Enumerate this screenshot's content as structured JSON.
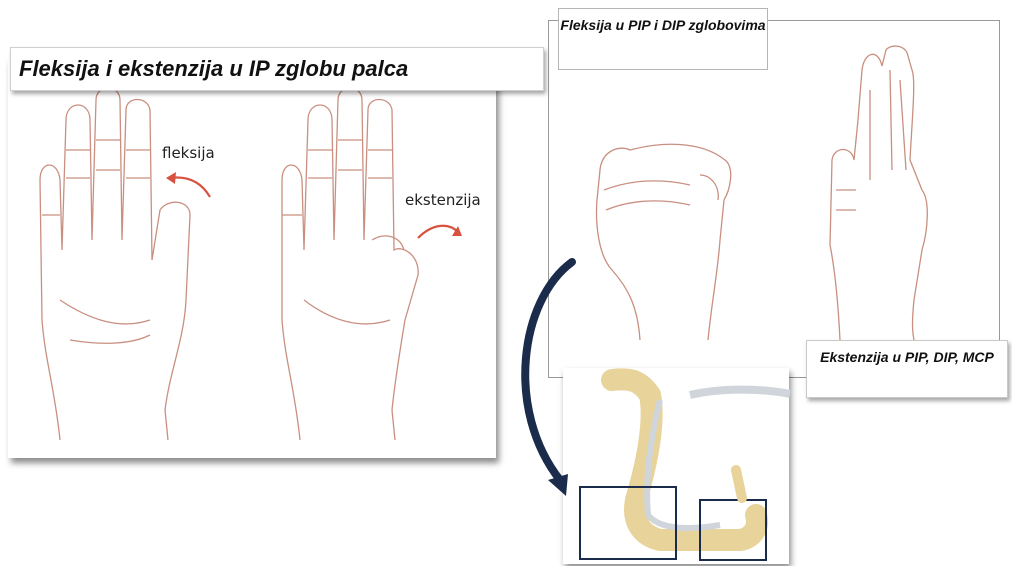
{
  "left_panel": {
    "title": "Fleksija i ekstenzija u IP zglobu palca",
    "labels": {
      "flexion": "fleksija",
      "extension": "ekstenzija"
    }
  },
  "right_panel": {
    "title": "Fleksija u PIP i DIP zglobovima",
    "extension_caption": "Ekstenzija u PIP, DIP, MCP"
  },
  "colors": {
    "hand_outline": "#c98f80",
    "arrow_red": "#d9523f",
    "arrow_navy": "#1b2b4b",
    "bone": "#e8d39a",
    "tendon": "#cfd5da"
  },
  "icons": [
    "hand-outline",
    "curved-arrow-icon"
  ]
}
